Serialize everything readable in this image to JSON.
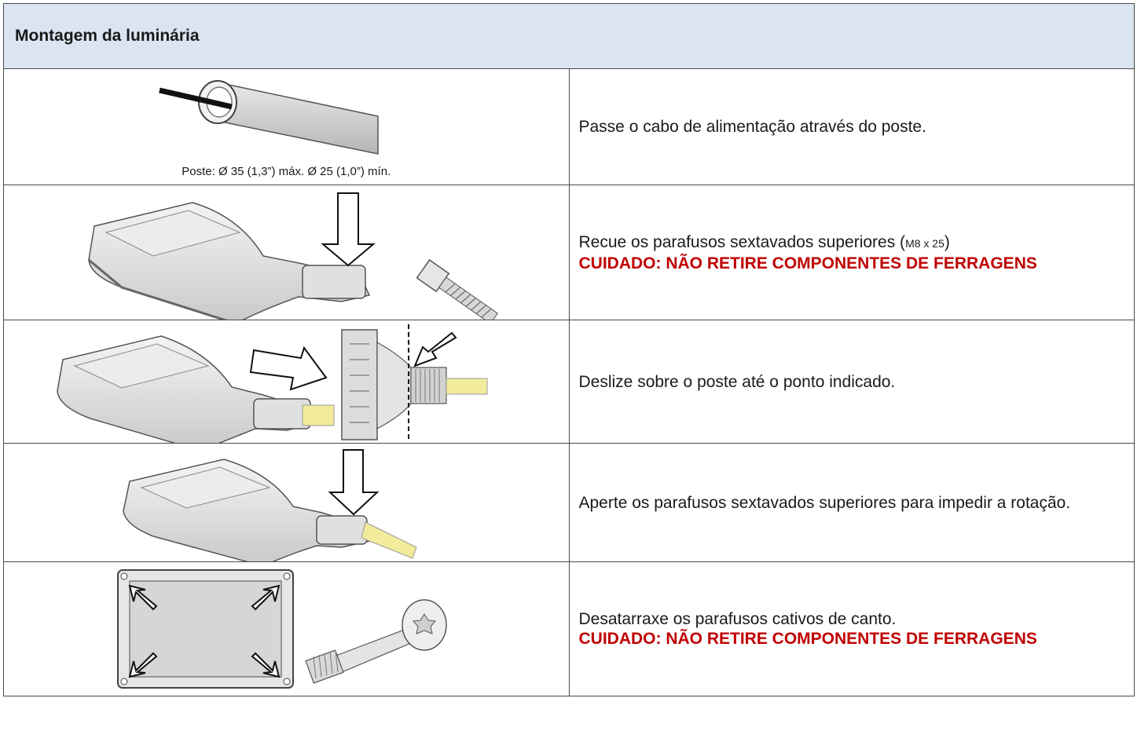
{
  "header": {
    "title": "Montagem da luminária"
  },
  "steps": [
    {
      "caption": "Poste:   Ø 35 (1,3”) máx.   Ø 25 (1,0”) mín.",
      "text": "Passe o cabo de alimentação através do poste."
    },
    {
      "text_pre": "Recue os parafusos sextavados superiores (",
      "text_small": "M8 x 25",
      "text_post": ")",
      "warning": "CUIDADO: NÃO RETIRE COMPONENTES DE FERRAGENS"
    },
    {
      "text": "Deslize sobre o poste até o ponto indicado."
    },
    {
      "text": "Aperte os parafusos sextavados superiores para impedir a rotação."
    },
    {
      "text": "Desatarraxe os parafusos cativos de canto.",
      "warning": "CUIDADO: NÃO RETIRE COMPONENTES DE FERRAGENS"
    }
  ],
  "colors": {
    "header_bg": "#dbe5f1",
    "warning": "#c00000",
    "cable": "#f2eb9c"
  }
}
